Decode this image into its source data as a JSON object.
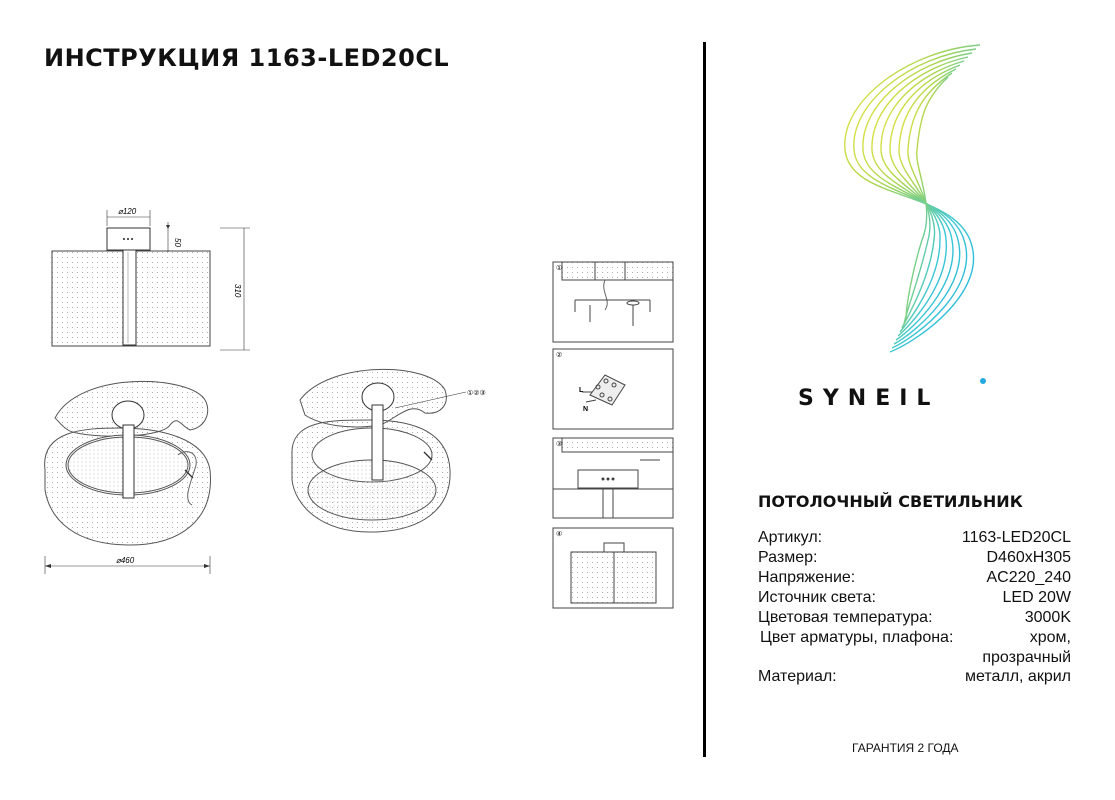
{
  "header": {
    "title": "ИНСТРУКЦИЯ 1163-LED20CL"
  },
  "drawing": {
    "dim_top_diameter": "⌀120",
    "dim_base_height": "50",
    "dim_total_height": "310",
    "dim_shade_diameter": "⌀460",
    "callout": "①②③"
  },
  "steps": [
    {
      "number": "①"
    },
    {
      "number": "②"
    },
    {
      "number": "③"
    },
    {
      "number": "④"
    }
  ],
  "wiring": {
    "l_label": "L",
    "n_label": "N"
  },
  "brand": {
    "name": "SYNEIL",
    "accent_color": "#27a9e1",
    "logo_colors": [
      "#f2e63c",
      "#a8d54f",
      "#3cc7d6",
      "#1bb0e0"
    ]
  },
  "product": {
    "type": "ПОТОЛОЧНЫЙ СВЕТИЛЬНИК",
    "specs": [
      {
        "label": "Артикул:",
        "value": "1163-LED20CL"
      },
      {
        "label": "Размер:",
        "value": "D460xH305"
      },
      {
        "label": "Напряжение:",
        "value": "AC220_240"
      },
      {
        "label": "Источник света:",
        "value": "LED 20W"
      },
      {
        "label": "Цветовая температура:",
        "value": "3000K"
      },
      {
        "label": "Цвет арматуры, плафона:",
        "value": "хром,"
      },
      {
        "label": "",
        "value": "прозрачный"
      },
      {
        "label": "Материал:",
        "value": "металл, акрил"
      }
    ]
  },
  "footer": {
    "warranty": "ГАРАНТИЯ 2 ГОДА"
  }
}
